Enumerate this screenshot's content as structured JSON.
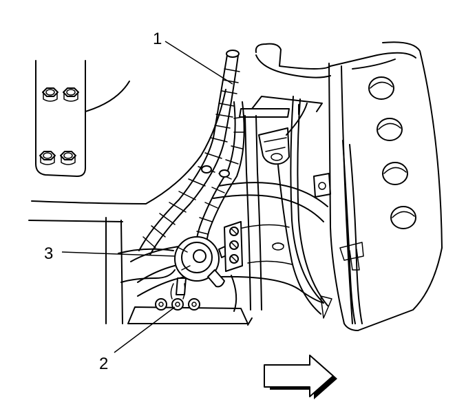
{
  "callouts": {
    "c1": "1",
    "c2": "2",
    "c3": "3"
  },
  "icons": {
    "direction_arrow": "arrow-right-icon"
  },
  "colors": {
    "ink": "#000000",
    "paper": "#ffffff"
  }
}
